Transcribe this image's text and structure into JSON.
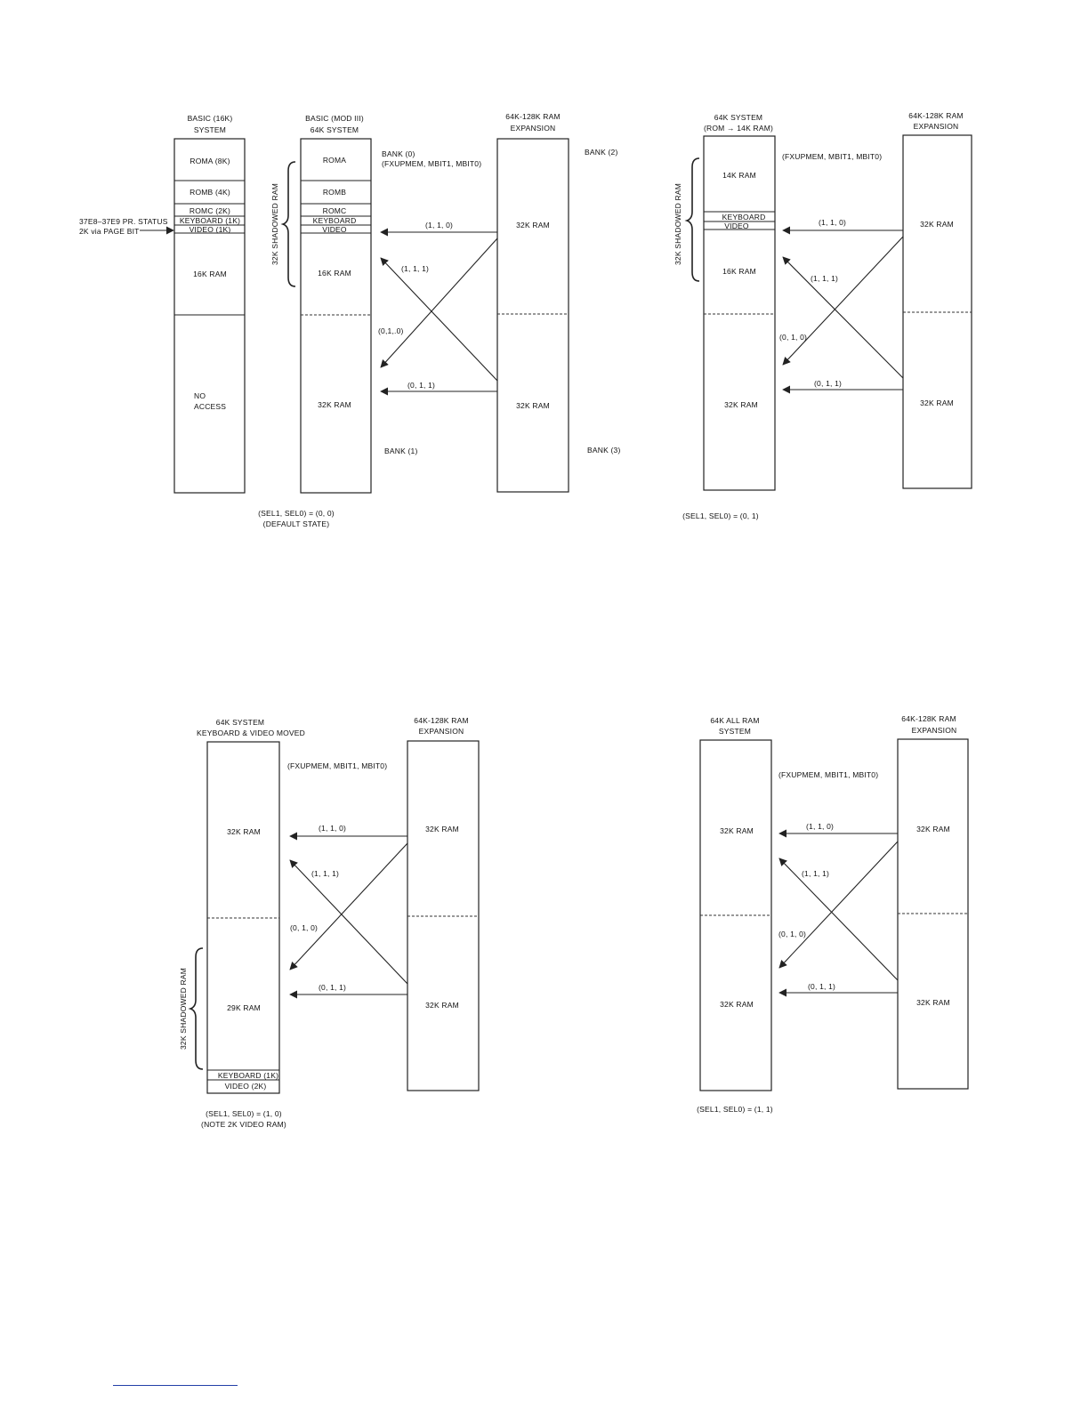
{
  "panels": [
    {
      "id": "state-00",
      "base_headers": [
        {
          "title1": "BASIC (16K)",
          "title2": "SYSTEM"
        },
        {
          "title1": "BASIC (MOD III)",
          "title2": "64K SYSTEM"
        }
      ],
      "expansion_header": {
        "title1": "64K-128K RAM",
        "title2": "EXPANSION"
      },
      "basic16k_cells": [
        "ROMA (8K)",
        "ROMB (4K)",
        "ROMC (2K)",
        "KEYBOARD (1K)",
        "VIDEO (1K)",
        "16K RAM",
        "NO",
        "ACCESS"
      ],
      "side_labels": [
        "37E8–37E9 PR. STATUS",
        "2K via PAGE BIT"
      ],
      "mod3_cells": [
        "ROMA",
        "ROMB",
        "ROMC",
        "KEYBOARD",
        "VIDEO",
        "16K RAM",
        "32K RAM"
      ],
      "expansion_cells": [
        "32K RAM",
        "32K RAM"
      ],
      "shadow_label": "32K SHADOWED RAM",
      "bank_labels": [
        "BANK (0)",
        "BANK (1)",
        "BANK (2)",
        "BANK (3)"
      ],
      "signal_label": "(FXUPMEM, MBIT1, MBIT0)",
      "arrow_labels": [
        "(1, 1, 0)",
        "(1, 1, 1)",
        "(0,1,.0)",
        "(0, 1, 1)"
      ],
      "caption": [
        "(SEL1, SEL0) = (0, 0)",
        "(DEFAULT STATE)"
      ]
    },
    {
      "id": "state-01",
      "system_header": {
        "title1": "64K SYSTEM",
        "title2": "(ROM → 14K RAM)"
      },
      "expansion_header": {
        "title1": "64K-128K RAM",
        "title2": "EXPANSION"
      },
      "system_cells": [
        "14K RAM",
        "KEYBOARD",
        "VIDEO",
        "16K RAM",
        "32K RAM"
      ],
      "expansion_cells": [
        "32K RAM",
        "32K RAM"
      ],
      "shadow_label": "32K SHADOWED RAM",
      "signal_label": "(FXUPMEM, MBIT1, MBIT0)",
      "arrow_labels": [
        "(1, 1, 0)",
        "(1, 1, 1)",
        "(0, 1, 0)",
        "(0, 1, 1)"
      ],
      "caption": [
        "(SEL1, SEL0) = (0, 1)"
      ]
    },
    {
      "id": "state-10",
      "system_header": {
        "title1": "64K SYSTEM",
        "title2": "KEYBOARD & VIDEO MOVED"
      },
      "expansion_header": {
        "title1": "64K-128K RAM",
        "title2": "EXPANSION"
      },
      "system_cells": [
        "32K RAM",
        "29K RAM",
        "KEYBOARD (1K)",
        "VIDEO (2K)"
      ],
      "expansion_cells": [
        "32K RAM",
        "32K RAM"
      ],
      "shadow_label": "32K SHADOWED RAM",
      "signal_label": "(FXUPMEM, MBIT1, MBIT0)",
      "arrow_labels": [
        "(1, 1, 0)",
        "(1, 1, 1)",
        "(0, 1, 0)",
        "(0, 1, 1)"
      ],
      "caption": [
        "(SEL1, SEL0) = (1, 0)",
        "(NOTE 2K VIDEO RAM)"
      ]
    },
    {
      "id": "state-11",
      "system_header": {
        "title1": "64K ALL RAM",
        "title2": "SYSTEM"
      },
      "expansion_header": {
        "title1": "64K-128K RAM",
        "title2": "EXPANSION"
      },
      "system_cells": [
        "32K RAM",
        "32K RAM"
      ],
      "expansion_cells": [
        "32K RAM",
        "32K RAM"
      ],
      "signal_label": "(FXUPMEM, MBIT1, MBIT0)",
      "arrow_labels": [
        "(1, 1, 0)",
        "(1, 1, 1)",
        "(0, 1, 0)",
        "(0, 1, 1)"
      ],
      "caption": [
        "(SEL1, SEL0) = (1, 1)"
      ]
    }
  ]
}
